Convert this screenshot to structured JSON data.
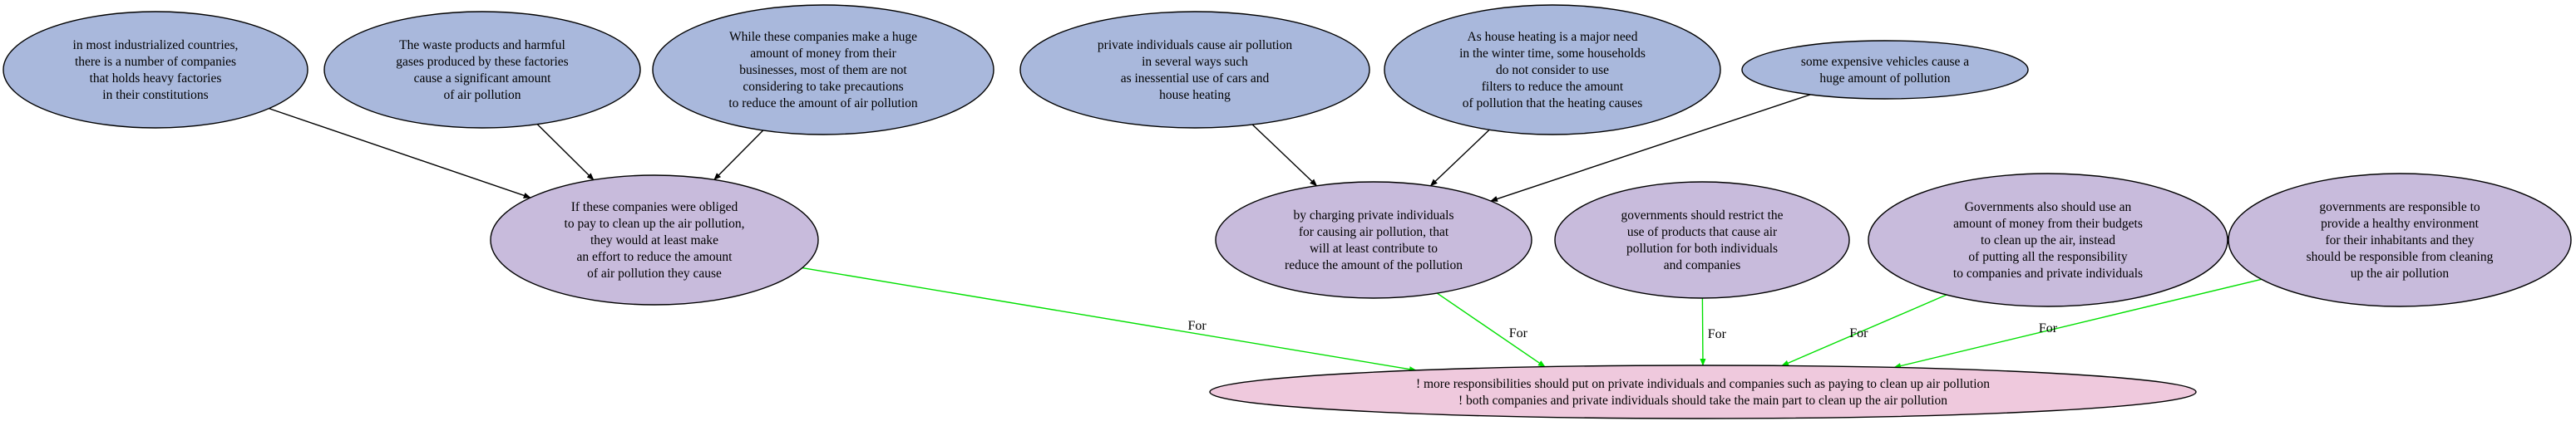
{
  "colors": {
    "premise_fill": "#a9b8dc",
    "sub_claim_fill": "#c8bbdc",
    "main_claim_fill": "#efc9dd",
    "support_edge": "#000000",
    "for_edge": "#00e000"
  },
  "nodes": [
    {
      "id": "n1",
      "kind": "premise",
      "lines": [
        "in most industrialized countries,",
        "there is a number of companies",
        "that holds heavy factories",
        "in their constitutions"
      ]
    },
    {
      "id": "n2",
      "kind": "premise",
      "lines": [
        "The waste products and harmful",
        "gases produced by these factories",
        "cause a significant amount",
        "of air pollution"
      ]
    },
    {
      "id": "n3",
      "kind": "premise",
      "lines": [
        "While these companies make a huge",
        "amount of money from their",
        "businesses, most of them are not",
        "considering to take precautions",
        "to reduce the amount of air pollution"
      ]
    },
    {
      "id": "n4",
      "kind": "premise",
      "lines": [
        "private individuals cause air pollution",
        "in several ways such",
        "as inessential use of cars and",
        "house heating"
      ]
    },
    {
      "id": "n5",
      "kind": "premise",
      "lines": [
        "As house heating is a major need",
        "in the winter time, some households",
        "do not consider to use",
        "filters to reduce the amount",
        "of pollution that the heating causes"
      ]
    },
    {
      "id": "n6",
      "kind": "premise",
      "lines": [
        "some expensive vehicles cause a",
        "huge amount of pollution"
      ]
    },
    {
      "id": "n7",
      "kind": "claim",
      "lines": [
        "If these companies were obliged",
        "to pay to clean up the air pollution,",
        "they would at least make",
        "an effort to reduce the amount",
        "of air pollution they cause"
      ]
    },
    {
      "id": "n8",
      "kind": "claim",
      "lines": [
        "by charging private individuals",
        "for causing air pollution, that",
        "will at least contribute to",
        "reduce the amount of the pollution"
      ]
    },
    {
      "id": "n9",
      "kind": "claim",
      "lines": [
        "governments should restrict the",
        "use of products that cause air",
        "pollution for both individuals",
        "and companies"
      ]
    },
    {
      "id": "n10",
      "kind": "claim",
      "lines": [
        "Governments also should use an",
        "amount of money from their budgets",
        "to clean up the air, instead",
        "of putting all the responsibility",
        "to companies and private individuals"
      ]
    },
    {
      "id": "n11",
      "kind": "claim",
      "lines": [
        "governments are responsible to",
        "provide a healthy environment",
        "for their inhabitants and they",
        "should be responsible from cleaning",
        "up the air pollution"
      ]
    },
    {
      "id": "n12",
      "kind": "main",
      "lines": [
        "! more responsibilities should put on private individuals and companies such as paying to clean up air pollution",
        "! both companies and private individuals should take the main part to clean up the air pollution"
      ]
    }
  ],
  "edges": [
    {
      "from": "n1",
      "to": "n7",
      "type": "support",
      "label": ""
    },
    {
      "from": "n2",
      "to": "n7",
      "type": "support",
      "label": ""
    },
    {
      "from": "n3",
      "to": "n7",
      "type": "support",
      "label": ""
    },
    {
      "from": "n4",
      "to": "n8",
      "type": "support",
      "label": ""
    },
    {
      "from": "n5",
      "to": "n8",
      "type": "support",
      "label": ""
    },
    {
      "from": "n6",
      "to": "n8",
      "type": "support",
      "label": ""
    },
    {
      "from": "n7",
      "to": "n12",
      "type": "for",
      "label": "For"
    },
    {
      "from": "n8",
      "to": "n12",
      "type": "for",
      "label": "For"
    },
    {
      "from": "n9",
      "to": "n12",
      "type": "for",
      "label": "For"
    },
    {
      "from": "n10",
      "to": "n12",
      "type": "for",
      "label": "For"
    },
    {
      "from": "n11",
      "to": "n12",
      "type": "for",
      "label": "For"
    }
  ]
}
